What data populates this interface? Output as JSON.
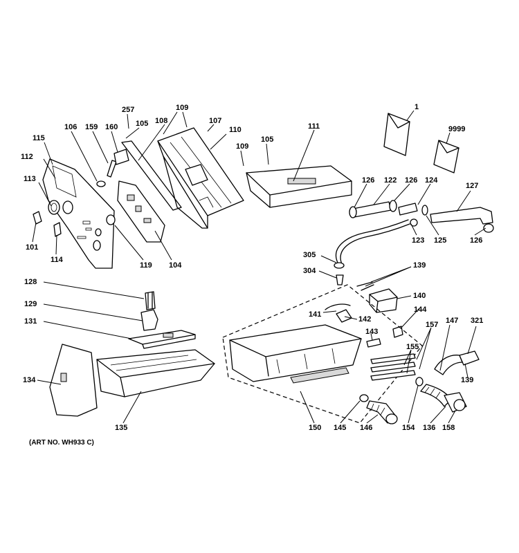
{
  "diagram": {
    "art_number": "(ART NO. WH933 C)",
    "labels": {
      "l1": "1",
      "l9999": "9999",
      "l257": "257",
      "l109a": "109",
      "l105a": "105",
      "l108": "108",
      "l107": "107",
      "l110": "110",
      "l109b": "109",
      "l106": "106",
      "l159": "159",
      "l160": "160",
      "l115": "115",
      "l112": "112",
      "l113": "113",
      "l101": "101",
      "l114": "114",
      "l119": "119",
      "l104": "104",
      "l105b": "105",
      "l111": "111",
      "l126a": "126",
      "l122": "122",
      "l126b": "126",
      "l124": "124",
      "l127": "127",
      "l123": "123",
      "l125": "125",
      "l126c": "126",
      "l305": "305",
      "l304": "304",
      "l139a": "139",
      "l140": "140",
      "l128": "128",
      "l129": "129",
      "l131": "131",
      "l141": "141",
      "l142": "142",
      "l144": "144",
      "l143": "143",
      "l157": "157",
      "l147": "147",
      "l321": "321",
      "l155": "155",
      "l139b": "139",
      "l134": "134",
      "l135": "135",
      "l150": "150",
      "l145": "145",
      "l146": "146",
      "l154": "154",
      "l136": "136",
      "l158": "158"
    }
  }
}
